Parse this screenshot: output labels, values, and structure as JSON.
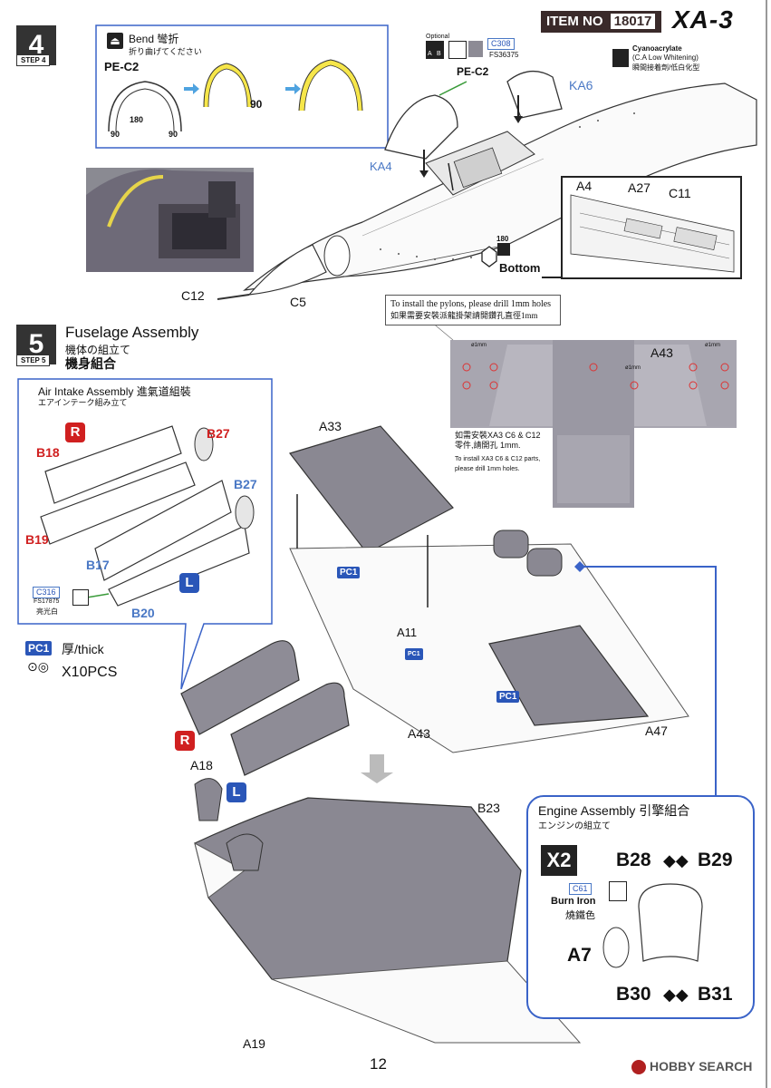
{
  "header": {
    "item_no_label": "ITEM NO",
    "item_no": "18017",
    "model": "XA-3"
  },
  "step4": {
    "number": "4",
    "sub": "STEP 4",
    "bend_title": "Bend 彎折",
    "bend_sub": "折り曲げてください",
    "pe_part": "PE-C2",
    "angle_180": "180",
    "angle_90_left": "90",
    "angle_90_right": "90",
    "angle_90_mid": "90",
    "optional_label": "Optional",
    "ab_a": "A",
    "ab_b": "B",
    "color_code": "C308",
    "color_fs": "FS36375",
    "pe_part_main": "PE-C2",
    "glue_title": "Cyanoacrylate",
    "glue_sub": "(C.A Low Whitening)",
    "glue_cn": "瞬間接着劑/低白化型",
    "parts": {
      "ka6": "KA6",
      "ka4": "KA4",
      "c12": "C12",
      "c5": "C5",
      "a4": "A4",
      "a27": "A27",
      "c11": "C11"
    },
    "bottom_angle": "180",
    "bottom_label": "Bottom"
  },
  "step5": {
    "number": "5",
    "sub": "STEP 5",
    "title_en": "Fuselage Assembly",
    "title_jp": "機体の組立て",
    "title_cn": "機身組合",
    "pylon_note_en": "To install the pylons, please drill 1mm holes",
    "pylon_note_cn": "如果需要安裝派龍掛架請開鑽孔直徑1mm",
    "drill_1mm": "ø1mm",
    "a43_top": "A43",
    "xa3_note_cn": "如需安裝XA3 C6 & C12零件,請開孔 1mm.",
    "xa3_note_en": "To install XA3 C6 & C12 parts, please drill 1mm holes.",
    "intake": {
      "title_en": "Air Intake Assembly 進氣道組裝",
      "title_jp": "エアインテーク組み立て",
      "r": "R",
      "l": "L",
      "b18": "B18",
      "b27_r": "B27",
      "b19": "B19",
      "b27_l": "B27",
      "b17": "B17",
      "b20": "B20",
      "color_code": "C316",
      "color_fs": "FS17875",
      "color_name": "亮光白"
    },
    "pc1_legend": {
      "badge": "PC1",
      "text": "厚/thick",
      "qty": "X10PCS"
    },
    "parts": {
      "a33": "A33",
      "a11": "A11",
      "a43": "A43",
      "a47": "A47",
      "pc1": "PC1",
      "r": "R",
      "l": "L",
      "b23": "B23",
      "a18": "A18",
      "a19": "A19"
    },
    "engine": {
      "title_en": "Engine Assembly 引擎組合",
      "title_jp": "エンジンの組立て",
      "x2": "X2",
      "b28": "B28",
      "b29": "B29",
      "color_code": "C61",
      "color_name_en": "Burn Iron",
      "color_name_cn": "燒鐵色",
      "a7": "A7",
      "b30": "B30",
      "b31": "B31"
    }
  },
  "footer": {
    "page_number": "12",
    "watermark": "HOBBY SEARCH"
  }
}
